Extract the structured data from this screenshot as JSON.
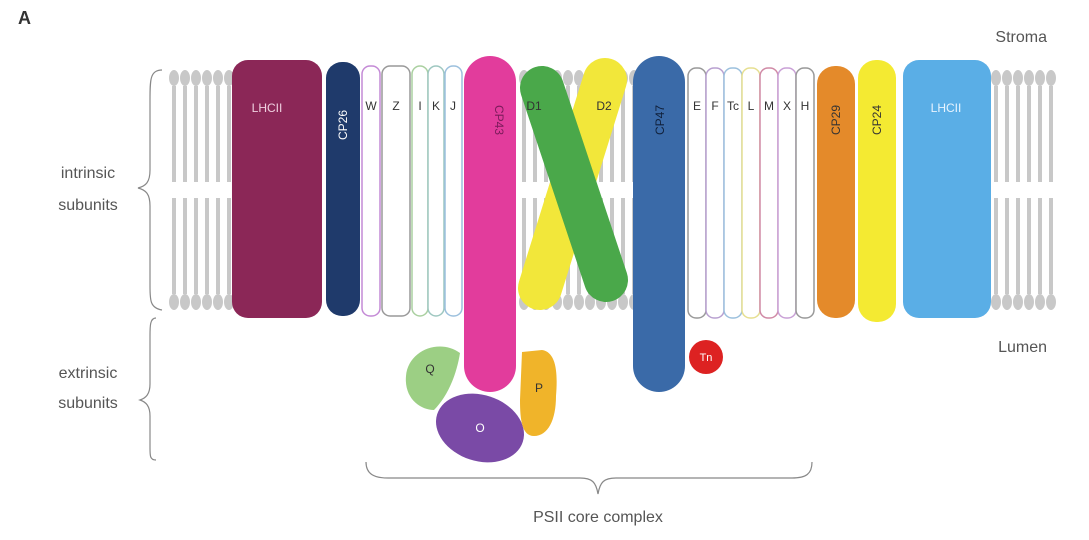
{
  "panel_label": "A",
  "sides": {
    "stroma": "Stroma",
    "lumen": "Lumen"
  },
  "groups": {
    "intrinsic": [
      "intrinsic",
      "subunits"
    ],
    "extrinsic": [
      "extrinsic",
      "subunits"
    ],
    "core": "PSII core complex"
  },
  "subunits": {
    "lhcii_left": "LHCII",
    "cp26": "CP26",
    "w": "W",
    "z": "Z",
    "i": "I",
    "k": "K",
    "j": "J",
    "cp43": "CP43",
    "d1": "D1",
    "d2": "D2",
    "cp47": "CP47",
    "e": "E",
    "f": "F",
    "tc": "Tc",
    "l": "L",
    "m": "M",
    "x": "X",
    "h": "H",
    "cp29": "CP29",
    "cp24": "CP24",
    "lhcii_right": "LHCII",
    "tn": "Tn",
    "q": "Q",
    "o": "O",
    "p": "P"
  },
  "colors": {
    "lhcii_left": "#8b2757",
    "cp26": "#1f3a6b",
    "cp43": "#e23c9c",
    "d1": "#4aa84a",
    "d2": "#f2e73a",
    "cp47": "#3a6aa8",
    "cp29": "#e48a2a",
    "cp24": "#f4ea32",
    "lhcii_right": "#5aaee6",
    "tn": "#dd2222",
    "q": "#9ccf84",
    "o": "#7a4aa6",
    "p": "#f0b42a",
    "membrane": "#c8c8c8"
  }
}
